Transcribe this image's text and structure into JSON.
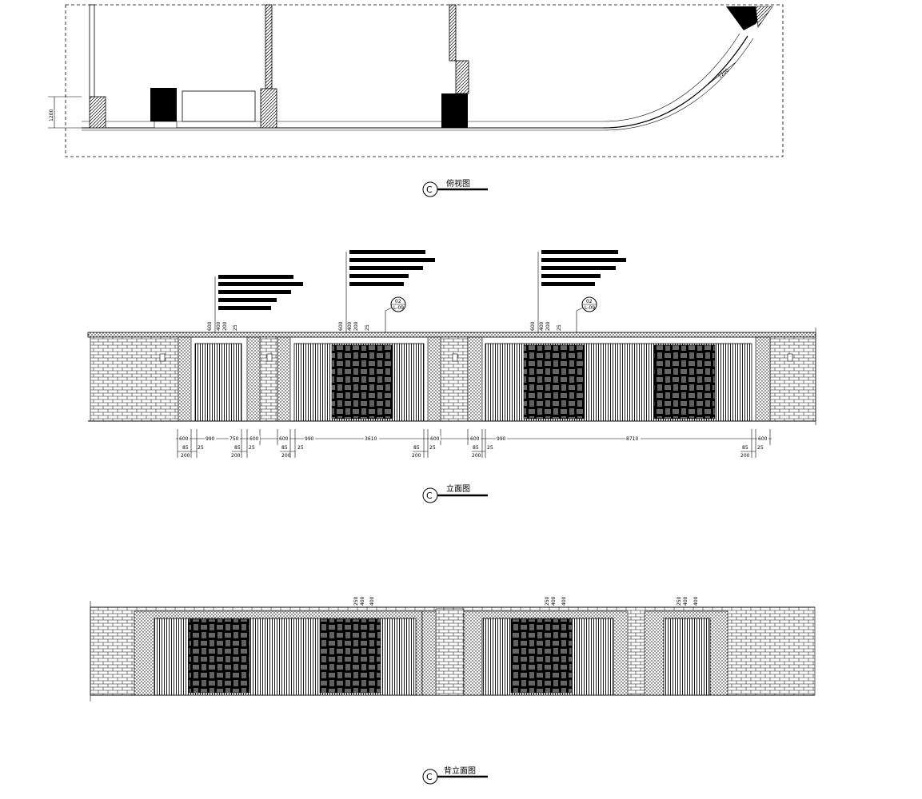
{
  "views": {
    "plan": {
      "symbol": "C",
      "title": "俯视图"
    },
    "front": {
      "symbol": "C",
      "title": "立面图"
    },
    "back": {
      "symbol": "C",
      "title": "背立面图"
    }
  },
  "plan_dims": {
    "height": "1200",
    "curve": "1200"
  },
  "front_dims": {
    "bay1": [
      "600",
      "990",
      "750",
      "600"
    ],
    "bay1_small": [
      "85",
      "25",
      "200",
      "85",
      "25",
      "200"
    ],
    "bay2": [
      "600",
      "990",
      "3610",
      "600"
    ],
    "bay2_small": [
      "85",
      "25",
      "200",
      "85",
      "25",
      "200"
    ],
    "bay3": [
      "600",
      "990",
      "8710",
      "600"
    ],
    "bay3_small": [
      "85",
      "25",
      "200",
      "85",
      "25",
      "200"
    ],
    "top_a": [
      "600",
      "400",
      "200",
      "25"
    ],
    "top_b": [
      "600",
      "400",
      "200",
      "25"
    ],
    "top_c": [
      "600",
      "400",
      "200",
      "25"
    ]
  },
  "detail_tags": {
    "tag1_top": "02",
    "tag1_bottom": "L-09",
    "tag2_top": "02",
    "tag2_bottom": "L-09"
  },
  "back_dims": {
    "a": [
      "250",
      "400",
      "400"
    ],
    "b": [
      "250",
      "400",
      "400"
    ],
    "c": [
      "250",
      "400",
      "400"
    ]
  },
  "colors": {
    "line": "#000000",
    "paper": "#ffffff"
  }
}
